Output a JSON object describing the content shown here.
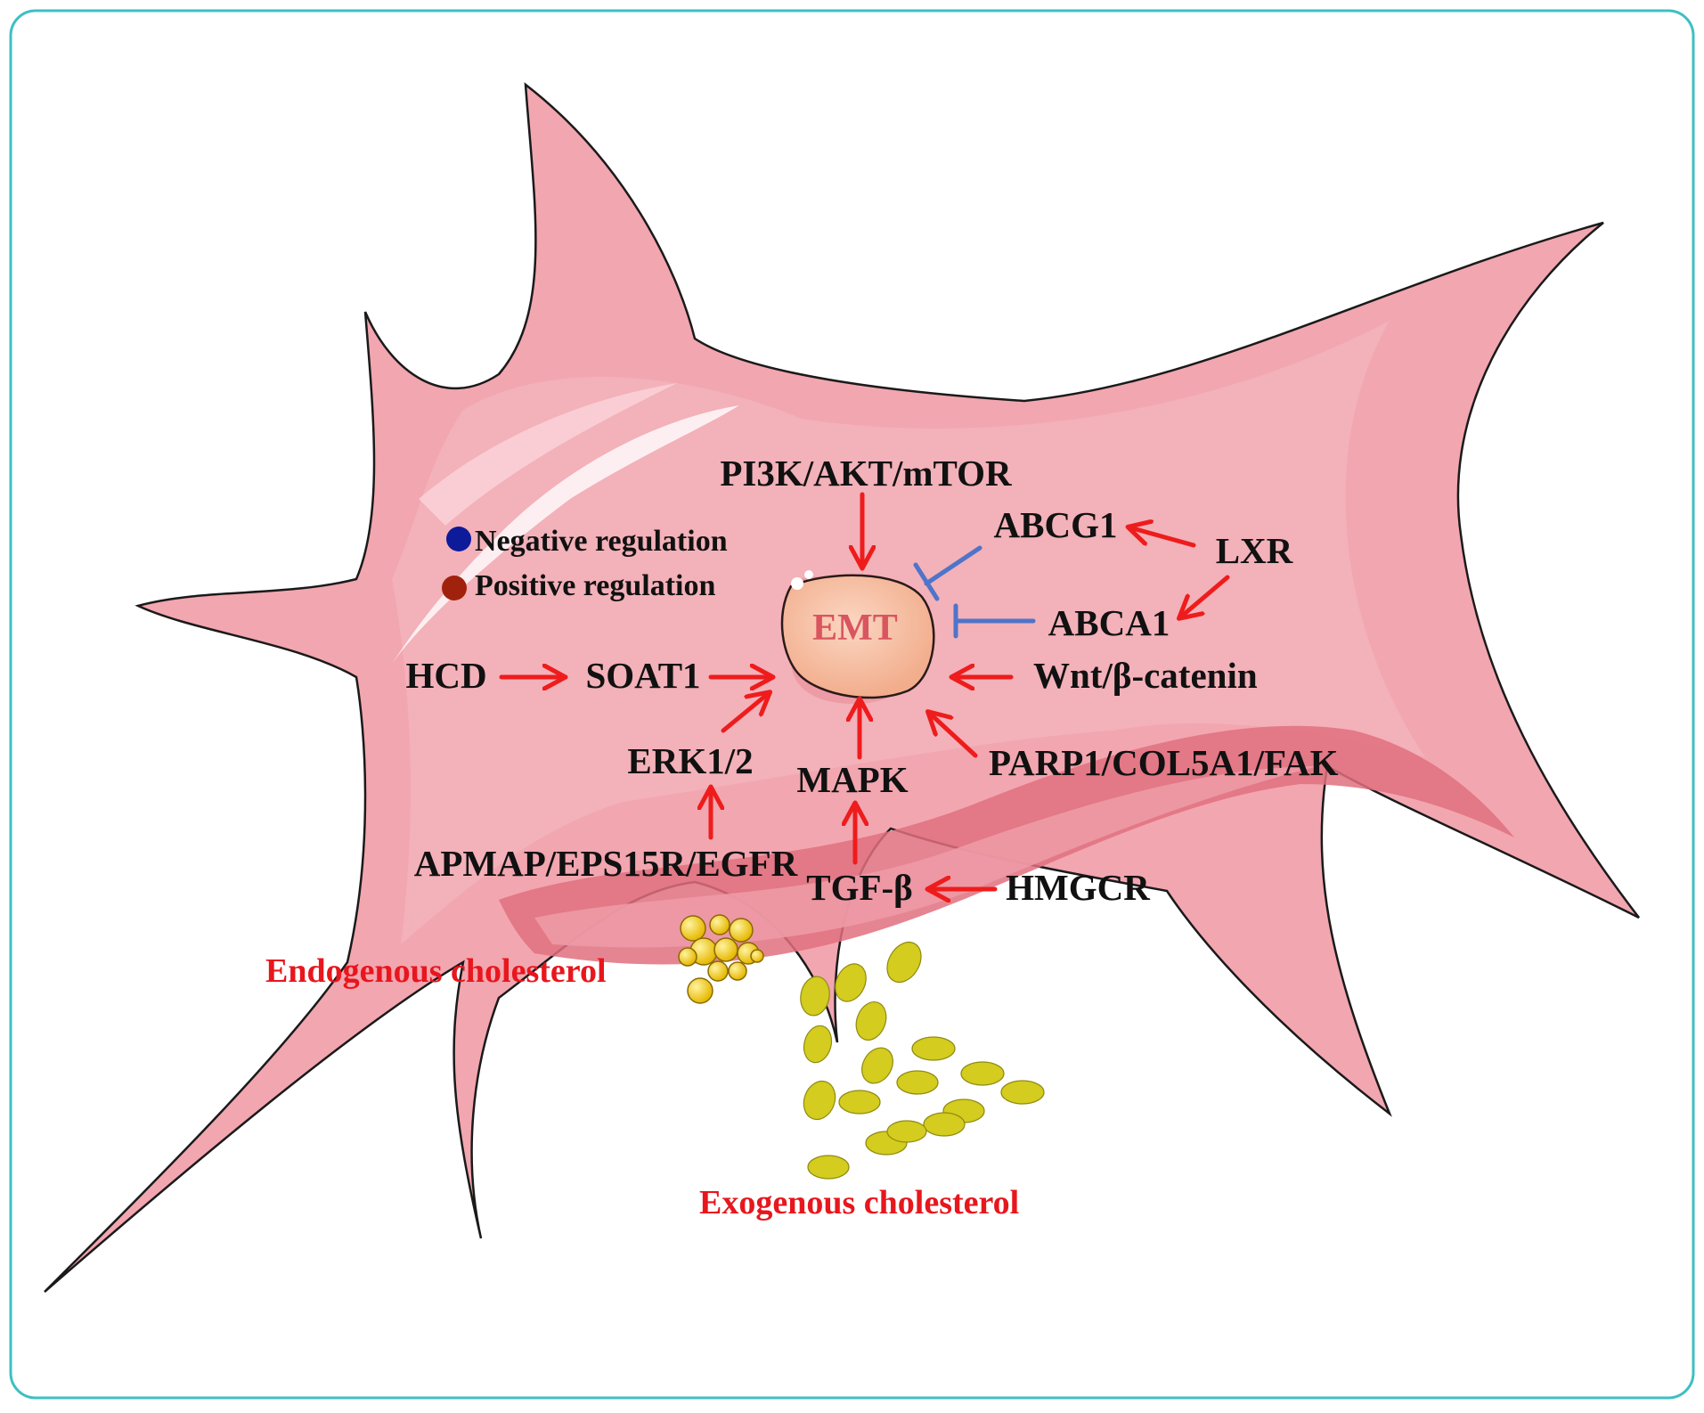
{
  "colors": {
    "frame": "#3fbfc3",
    "cell_fill": "#f2a6b0",
    "cell_stroke": "#1a1a1a",
    "cell_highlight": "#f9d0d6",
    "cell_band": "#e0707f",
    "nucleus_fill": "#f7c2a4",
    "activation_arrow": "#ee1c1c",
    "inhibition_line": "#4f74c9",
    "negative_dot": "#0d1a9a",
    "positive_dot": "#a0220d",
    "endogenous_particle": "#f0c419",
    "exogenous_particle": "#d4cc1e",
    "red_text": "#e8161d",
    "emt_text": "#d9555f"
  },
  "legend": {
    "negative": {
      "label": "Negative regulation",
      "icon": "blue-dot-icon"
    },
    "positive": {
      "label": "Positive regulation",
      "icon": "red-dot-icon"
    }
  },
  "center": {
    "label": "EMT"
  },
  "nodes": {
    "pi3k": "PI3K/AKT/mTOR",
    "abcg1": "ABCG1",
    "lxr": "LXR",
    "abca1": "ABCA1",
    "wnt": "Wnt/β-catenin",
    "parp1": "PARP1/COL5A1/FAK",
    "hcd": "HCD",
    "soat1": "SOAT1",
    "erk": "ERK1/2",
    "mapk": "MAPK",
    "apmap": "APMAP/EPS15R/EGFR",
    "tgf": "TGF-β",
    "hmgcr": "HMGCR"
  },
  "annotations": {
    "endogenous": "Endogenous cholesterol",
    "exogenous": "Exogenous cholesterol"
  }
}
